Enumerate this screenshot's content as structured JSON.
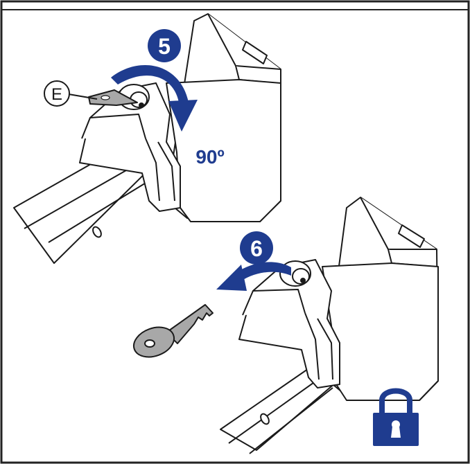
{
  "steps": {
    "step5": {
      "number": "5",
      "rotation_label": "90º"
    },
    "step6": {
      "number": "6"
    }
  },
  "callout": {
    "part_letter": "E"
  },
  "icons": {
    "rotate": "curved-arrow-clockwise-icon",
    "remove": "curved-arrow-left-icon",
    "lock": "padlock-icon"
  },
  "colors": {
    "accent": "#1f3c8f",
    "outline": "#1a1a1a",
    "key_fill": "#a8a8a8",
    "frame": "#222222"
  }
}
